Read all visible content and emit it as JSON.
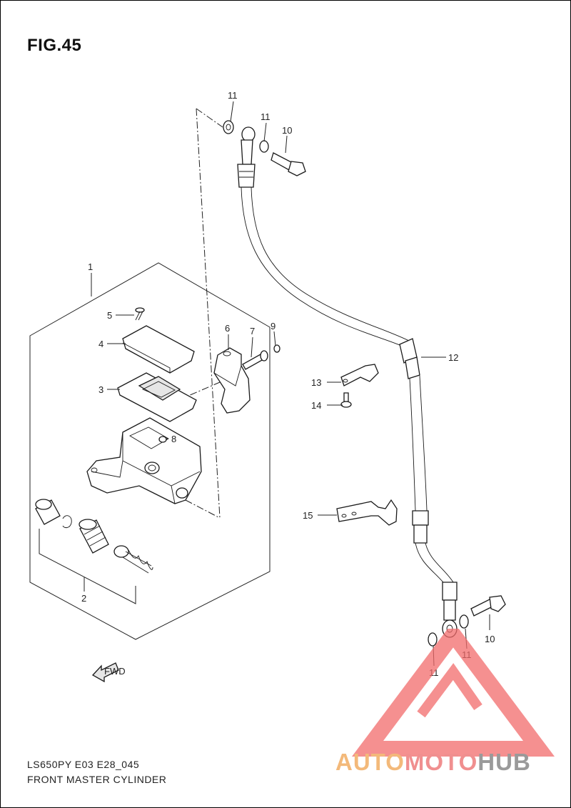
{
  "figure": {
    "title": "FIG.45",
    "model_code": "LS650PY E03 E28_045",
    "name": "FRONT MASTER CYLINDER"
  },
  "callouts": {
    "c1": "1",
    "c2": "2",
    "c3": "3",
    "c4": "4",
    "c5": "5",
    "c6": "6",
    "c7": "7",
    "c8": "8",
    "c9": "9",
    "c10a": "10",
    "c10b": "10",
    "c11a": "11",
    "c11b": "11",
    "c11c": "11",
    "c11d": "11",
    "c12": "12",
    "c13": "13",
    "c14": "14",
    "c15": "15"
  },
  "direction_marker": "FWD",
  "watermark": {
    "part1": "AUTO",
    "part2": "MOTO",
    "part3": "HUB",
    "colors": {
      "auto": "#f3b97a",
      "moto": "#f08f8f",
      "hub": "#9a9a9a",
      "triangle": "#f26b6b"
    }
  }
}
